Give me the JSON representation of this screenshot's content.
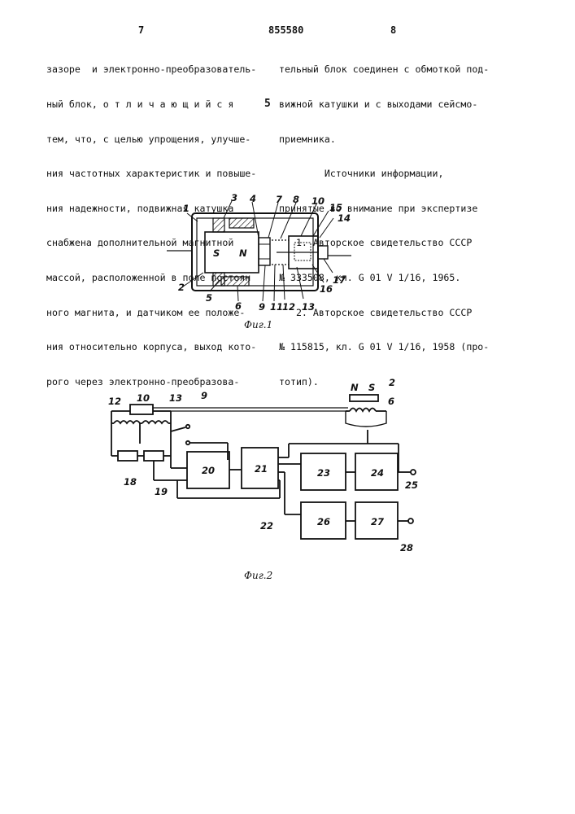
{
  "header": {
    "left_page": "7",
    "patent_number": "855580",
    "right_page": "8"
  },
  "left_column": [
    "зазоре  и электронно-преобразователь-",
    "ный блок, о т л и ч а ю щ и й с я",
    "тем, что, с целью упрощения, улучше-",
    "ния частотных характеристик и повыше-",
    "ния надежности, подвижная катушка",
    "снабжена дополнительной магнитной",
    "массой, расположенной в поле постоян",
    "ного магнита, и датчиком ее положе-",
    "ния относительно корпуса, выход кото-",
    "рого через электронно-преобразова-"
  ],
  "right_column": [
    "тельный блок соединен с обмоткой под-",
    "вижной катушки и с выходами сейсмо-",
    "приемника.",
    "        Источники информации,",
    "принятые во внимание при экспертизе",
    "   1. Авторское свидетельство СССР",
    "№ 333508, кл. G 01 V 1/16, 1965.",
    "   2. Авторское свидетельство СССР",
    "№ 115815, кл. G 01 V 1/16, 1958 (про-",
    "тотип)."
  ],
  "margin_number": "5",
  "fig1": {
    "caption": "Фиг.1",
    "labels": {
      "l1": "1",
      "l2": "2",
      "l3": "3",
      "l4": "4",
      "l5": "5",
      "l6": "6",
      "l7": "7",
      "l8": "8",
      "l9": "9",
      "l10": "10",
      "l11": "11",
      "l12": "12",
      "l13": "13",
      "l14": "14",
      "l15": "15",
      "l16": "16",
      "l17": "17",
      "lS": "S",
      "lN": "N"
    }
  },
  "fig2": {
    "caption": "Фиг.2",
    "labels": {
      "l2": "2",
      "l6": "6",
      "l9": "9",
      "l10": "10",
      "l12": "12",
      "l13": "13",
      "l18": "18",
      "l19": "19",
      "l22": "22",
      "l25": "25",
      "l28": "28",
      "lN": "N",
      "lS": "S"
    },
    "blocks": {
      "b20": "20",
      "b21": "21",
      "b23": "23",
      "b24": "24",
      "b26": "26",
      "b27": "27"
    }
  }
}
